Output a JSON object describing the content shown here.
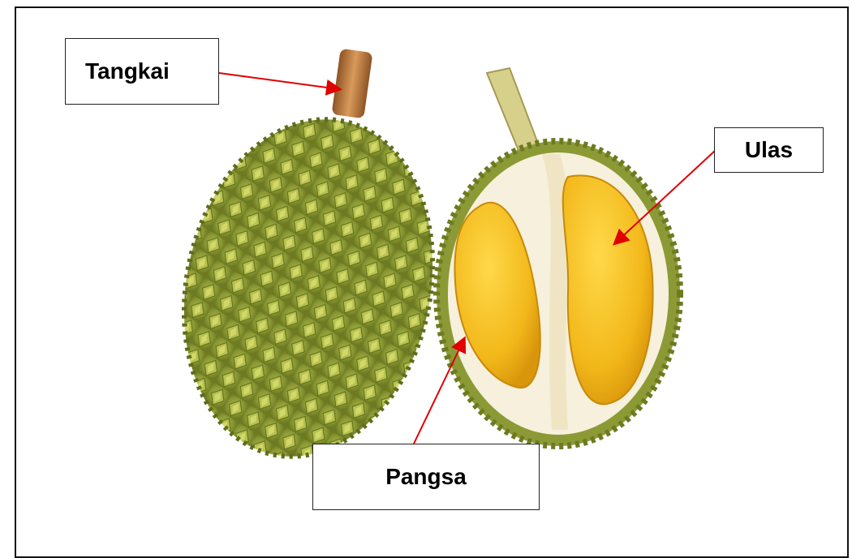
{
  "labels": {
    "stem": "Tangkai",
    "segment": "Ulas",
    "husk_chamber": "Pangsa"
  },
  "colors": {
    "arrow": "#e00000",
    "husk_green": "#7d8f2a",
    "flesh_yellow": "#f2b81a",
    "pith_cream": "#f6f0dc",
    "stem_brown": "#b8723a"
  }
}
